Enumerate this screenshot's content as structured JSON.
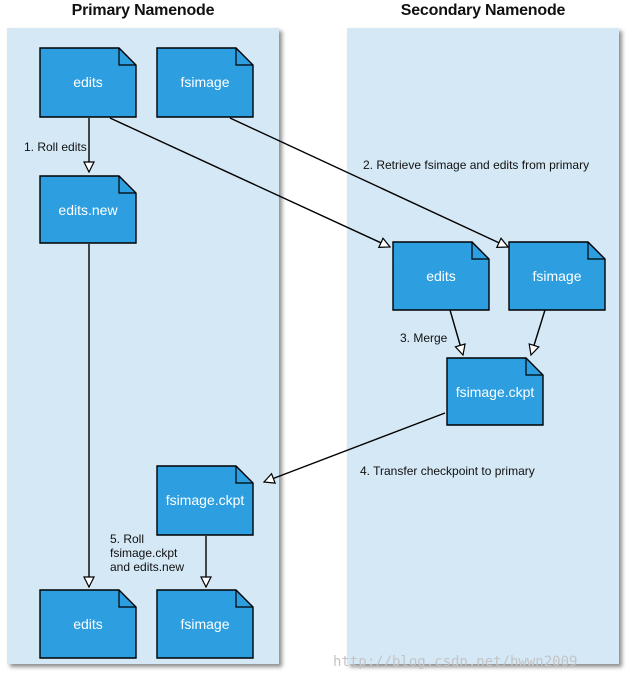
{
  "columns": {
    "primary_title": "Primary Namenode",
    "secondary_title": "Secondary Namenode"
  },
  "documents": {
    "edits_top": "edits",
    "fsimage_top": "fsimage",
    "edits_new": "edits.new",
    "secondary_edits": "edits",
    "secondary_fsimage": "fsimage",
    "secondary_fsimage_ckpt": "fsimage.ckpt",
    "primary_fsimage_ckpt": "fsimage.ckpt",
    "edits_bottom": "edits",
    "fsimage_bottom": "fsimage"
  },
  "steps": {
    "step1": "1. Roll edits",
    "step2": "2. Retrieve fsimage and edits from primary",
    "step3": "3. Merge",
    "step4": "4. Transfer checkpoint to primary",
    "step5_lines": [
      "5. Roll",
      "fsimage.ckpt",
      "and edits.new"
    ]
  },
  "colors": {
    "panel": "#d5e8f6",
    "document_fill": "#2d9fe0",
    "document_stroke": "#000000",
    "arrow": "#000000"
  },
  "watermark": "http://blog.csdn.net/hwwn2009"
}
